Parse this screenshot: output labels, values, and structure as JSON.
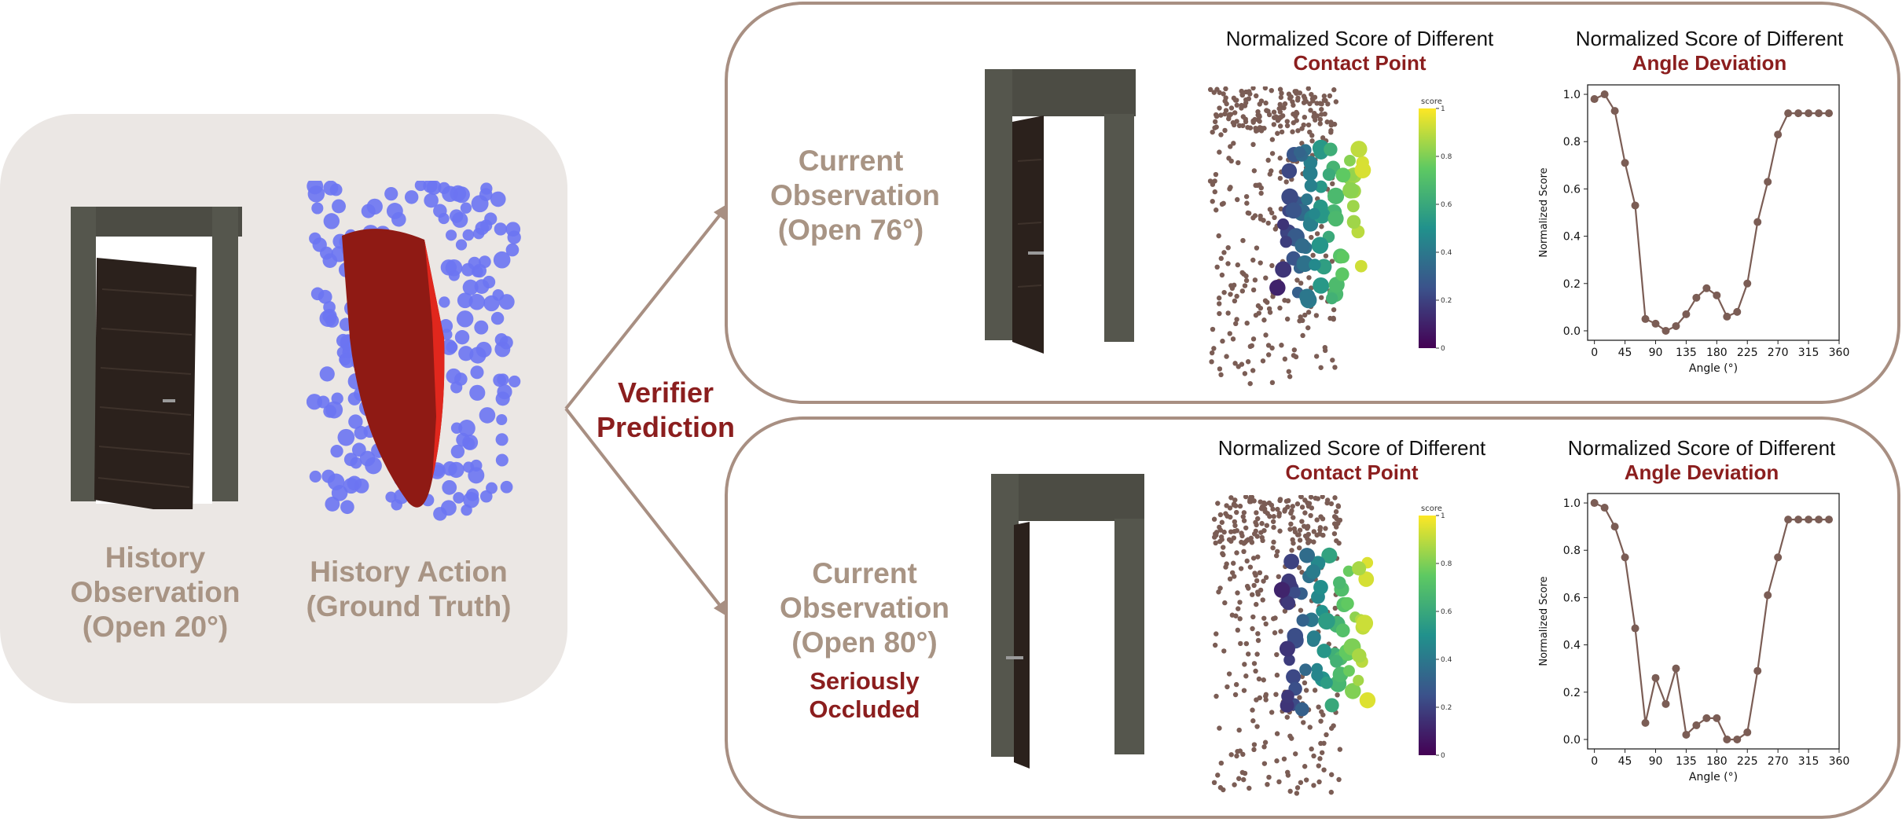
{
  "history": {
    "observation_caption": [
      "History",
      "Observation",
      "(Open 20°)"
    ],
    "action_caption": [
      "History Action",
      "(Ground Truth)"
    ]
  },
  "verifier_label": [
    "Verifier",
    "Prediction"
  ],
  "rows": [
    {
      "observation_caption": [
        "Current",
        "Observation",
        "(Open 76°)"
      ],
      "note": "",
      "contact_title": [
        "Normalized Score of Different",
        "Contact Point"
      ],
      "angle_title": [
        "Normalized Score of Different",
        "Angle Deviation"
      ],
      "colorbar_label": "score"
    },
    {
      "observation_caption": [
        "Current",
        "Observation",
        "(Open 80°)"
      ],
      "note": "Seriously Occluded",
      "contact_title": [
        "Normalized Score of Different",
        "Contact Point"
      ],
      "angle_title": [
        "Normalized Score of Different",
        "Angle Deviation"
      ],
      "colorbar_label": "score"
    }
  ],
  "colorbar_ticks": [
    "0",
    "0.2",
    "0.4",
    "0.6",
    "0.8",
    "1"
  ],
  "colors": {
    "accent_red": "#8b1e1e",
    "caption_brown": "#a89484",
    "frame_brown": "#a88f82",
    "line_brown": "#7b5d55",
    "panel_bg": "#ebe7e4",
    "blue_points": "#6b74f2",
    "red_points": "#8f1a14"
  },
  "chart_data": [
    {
      "type": "line",
      "title": "Normalized Score of Different Angle Deviation",
      "xlabel": "Angle (°)",
      "ylabel": "Normalized Score",
      "xlim": [
        -10,
        360
      ],
      "ylim": [
        -0.04,
        1.04
      ],
      "xticks": [
        0,
        45,
        90,
        135,
        180,
        225,
        270,
        315,
        360
      ],
      "yticks": [
        0.0,
        0.2,
        0.4,
        0.6,
        0.8,
        1.0
      ],
      "x": [
        0,
        15,
        30,
        45,
        60,
        75,
        90,
        105,
        120,
        135,
        150,
        165,
        180,
        195,
        210,
        225,
        240,
        255,
        270,
        285,
        300,
        315,
        330,
        345
      ],
      "y": [
        0.98,
        1.0,
        0.93,
        0.71,
        0.53,
        0.05,
        0.03,
        0.0,
        0.02,
        0.07,
        0.14,
        0.18,
        0.15,
        0.06,
        0.08,
        0.2,
        0.46,
        0.63,
        0.83,
        0.92,
        0.92,
        0.92,
        0.92,
        0.92
      ]
    },
    {
      "type": "line",
      "title": "Normalized Score of Different Angle Deviation",
      "xlabel": "Angle (°)",
      "ylabel": "Normalized Score",
      "xlim": [
        -10,
        360
      ],
      "ylim": [
        -0.04,
        1.04
      ],
      "xticks": [
        0,
        45,
        90,
        135,
        180,
        225,
        270,
        315,
        360
      ],
      "yticks": [
        0.0,
        0.2,
        0.4,
        0.6,
        0.8,
        1.0
      ],
      "x": [
        0,
        15,
        30,
        45,
        60,
        75,
        90,
        105,
        120,
        135,
        150,
        165,
        180,
        195,
        210,
        225,
        240,
        255,
        270,
        285,
        300,
        315,
        330,
        345
      ],
      "y": [
        1.0,
        0.98,
        0.9,
        0.77,
        0.47,
        0.07,
        0.26,
        0.15,
        0.3,
        0.02,
        0.06,
        0.09,
        0.09,
        0.0,
        0.0,
        0.03,
        0.29,
        0.61,
        0.77,
        0.93,
        0.93,
        0.93,
        0.93,
        0.93
      ]
    }
  ]
}
